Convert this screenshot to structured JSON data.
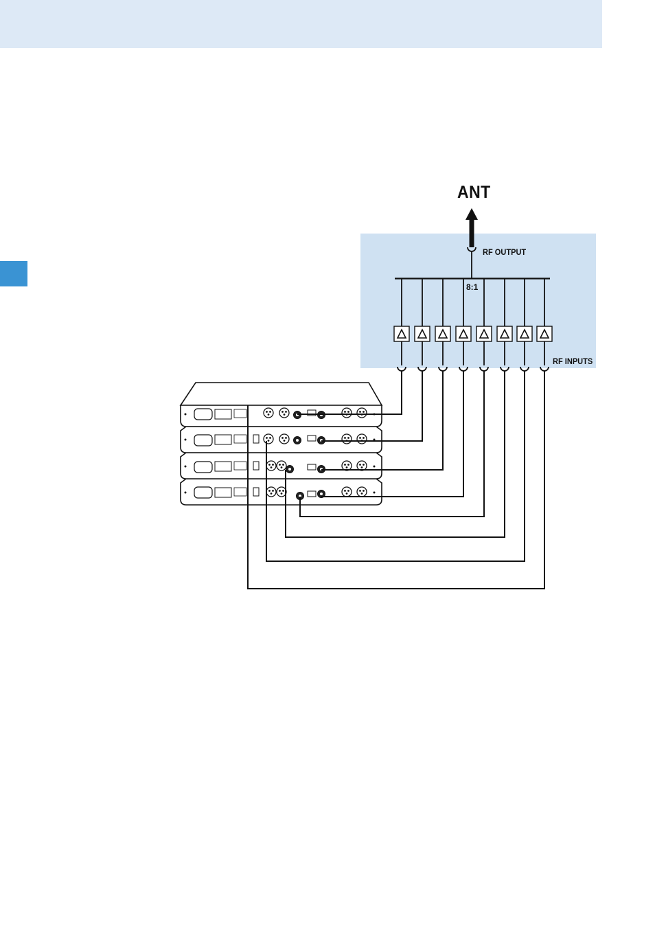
{
  "antenna": {
    "label": "ANT"
  },
  "combiner": {
    "output_label": "RF OUTPUT",
    "ratio_label": "8:1",
    "inputs_label": "RF INPUTS",
    "input_count": 8
  },
  "receivers": {
    "count": 4,
    "outputs_per_receiver": 2
  },
  "colors": {
    "header_band": "#dde9f6",
    "side_tab": "#3a93d3",
    "combiner_panel": "#cfe1f2",
    "line": "#111111"
  }
}
